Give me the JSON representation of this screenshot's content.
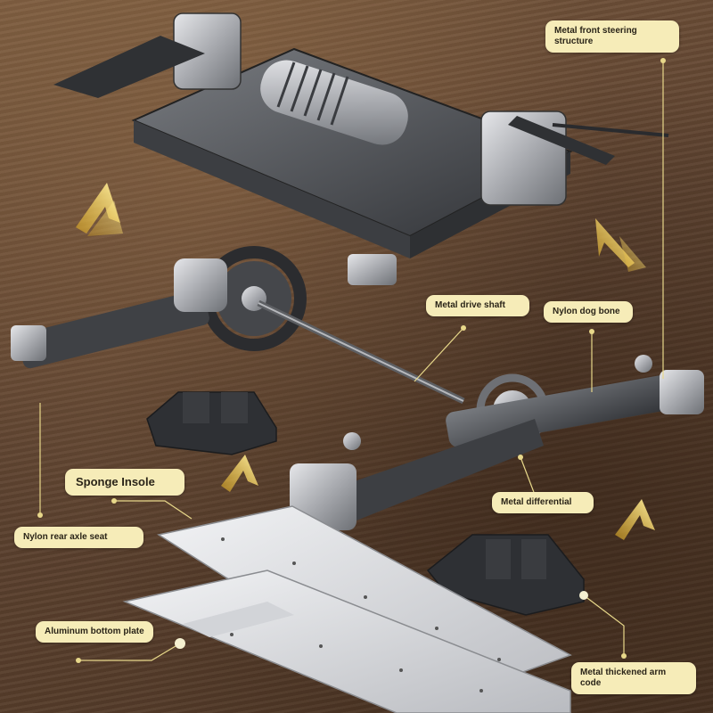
{
  "labels": {
    "front_steering": "Metal front steering structure",
    "drive_shaft": "Metal drive shaft",
    "dog_bone": "Nylon dog bone",
    "rear_axle_seat": "Nylon rear axle seat",
    "sponge_insole": "Sponge Insole",
    "differential": "Metal differential",
    "aluminum_plate": "Aluminum bottom plate",
    "arm_code": "Metal thickened arm code"
  },
  "colors": {
    "label_bg": "#f6ecb8",
    "accent_yellow": "#f0c84a",
    "leader_line": "#e8d88a",
    "part_grey": "#5a5c60",
    "metal_silver": "#c8c9cc"
  },
  "icons": {
    "assembly_arrow": "chevron-arrow-up-icon"
  }
}
